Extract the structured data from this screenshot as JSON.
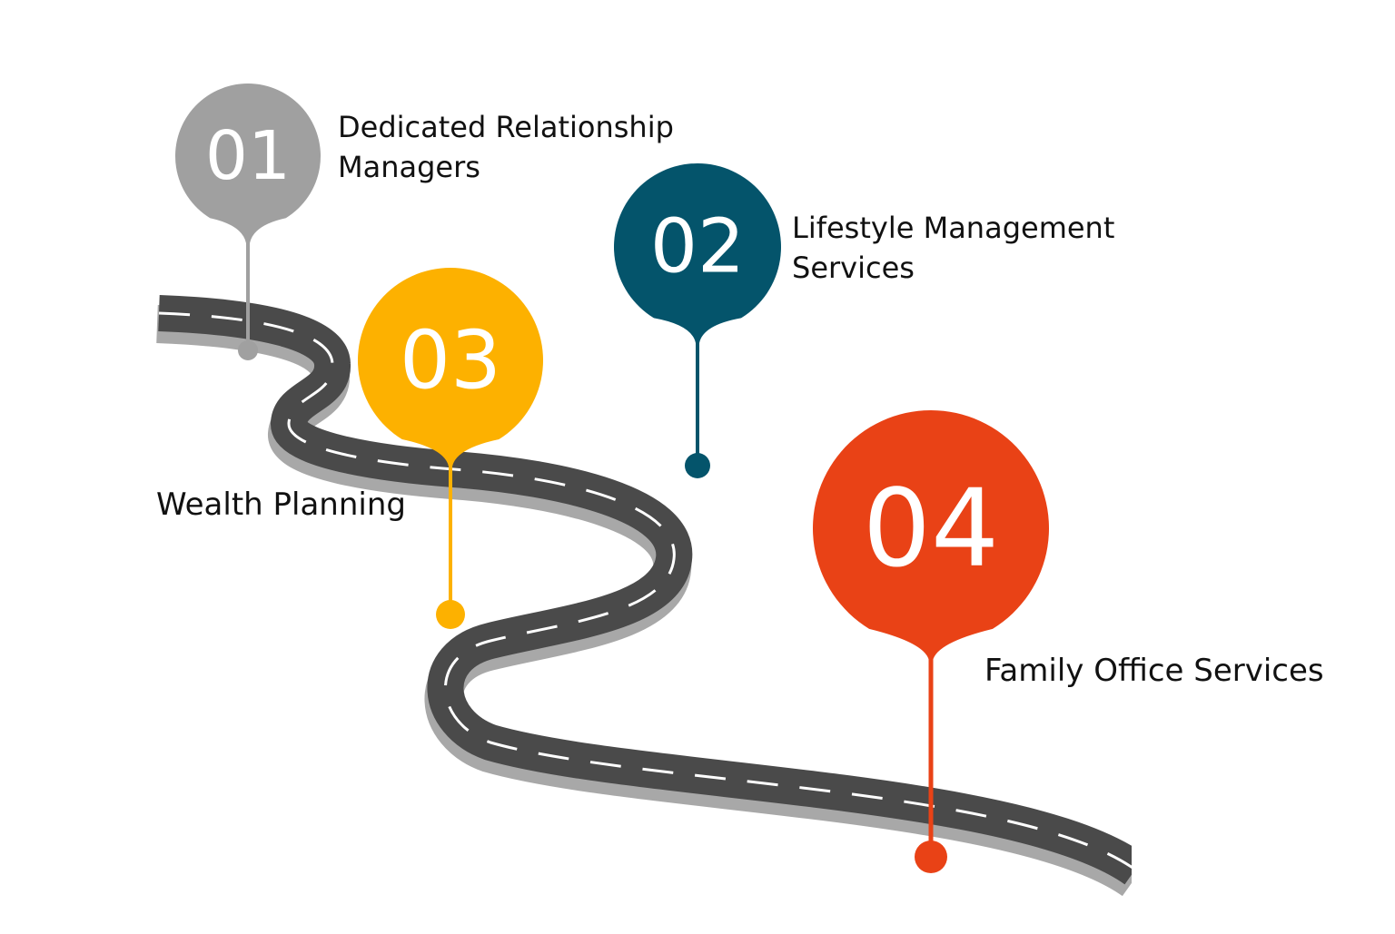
{
  "steps": [
    {
      "number": "01",
      "lines": [
        "Dedicated Relationship",
        "Managers"
      ],
      "color": "#A0A0A0"
    },
    {
      "number": "02",
      "lines": [
        "Lifestyle Management",
        "Services"
      ],
      "color": "#04546B"
    },
    {
      "number": "03",
      "lines": [
        "Wealth Planning"
      ],
      "color": "#FDB100"
    },
    {
      "number": "04",
      "lines": [
        "Family Office Services"
      ],
      "color": "#E94216"
    }
  ],
  "road": {
    "asphalt": "#4A4A4A",
    "shadow": "#A8A8A8",
    "dash": "#FFFFFF"
  }
}
